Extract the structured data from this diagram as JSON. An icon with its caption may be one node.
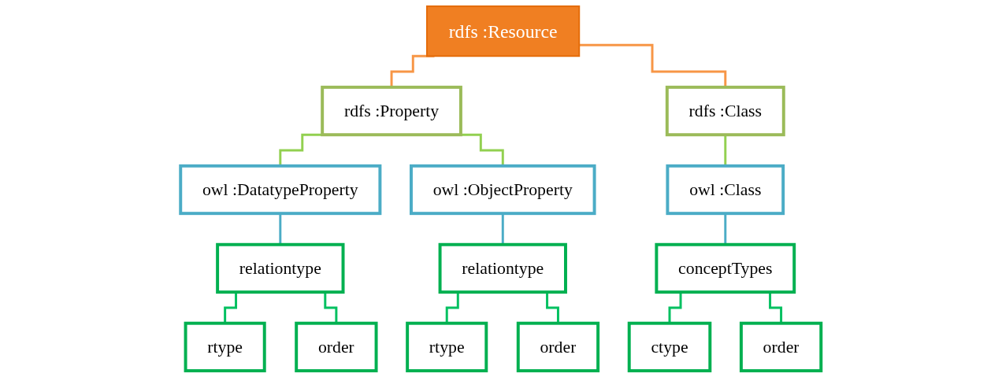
{
  "diagram": {
    "nodes": [
      {
        "text": [
          "rdfs :Resource"
        ]
      },
      {
        "text": [
          "rdfs :Property"
        ]
      },
      {
        "text": [
          "rdfs :Class"
        ]
      },
      {
        "text": [
          "owl :DatatypeProperty"
        ]
      },
      {
        "text": [
          "owl :ObjectProperty"
        ]
      },
      {
        "text": [
          "owl :Class"
        ]
      },
      {
        "text": [
          "relationtype"
        ]
      },
      {
        "text": [
          "relationtype"
        ]
      },
      {
        "text": [
          "conceptTypes"
        ]
      },
      {
        "text": [
          "rtype"
        ]
      },
      {
        "text": [
          "order"
        ]
      },
      {
        "text": [
          "rtype"
        ]
      },
      {
        "text": [
          "order"
        ]
      },
      {
        "text": [
          "ctype"
        ]
      },
      {
        "text": [
          "order"
        ]
      }
    ],
    "edges": [
      {
        "from": 0,
        "to": 1,
        "arrow": "none",
        "color": "#f79646"
      },
      {
        "from": 0,
        "to": 2,
        "arrow": "none",
        "color": "#f79646"
      },
      {
        "from": 1,
        "to": 3,
        "arrow": "none",
        "color": "#92d050"
      },
      {
        "from": 1,
        "to": 4,
        "arrow": "none",
        "color": "#92d050"
      },
      {
        "from": 2,
        "to": 5,
        "arrow": "none",
        "color": "#92d050"
      },
      {
        "from": 3,
        "to": 6,
        "arrow": "none",
        "color": "#4bacc6"
      },
      {
        "from": 4,
        "to": 7,
        "arrow": "none",
        "color": "#4bacc6"
      },
      {
        "from": 5,
        "to": 8,
        "arrow": "none",
        "color": "#4bacc6"
      },
      {
        "from": 6,
        "to": 9,
        "arrow": "none"
      },
      {
        "from": 6,
        "to": 10,
        "arrow": "none"
      },
      {
        "from": 7,
        "to": 11,
        "arrow": "none"
      },
      {
        "from": 7,
        "to": 12,
        "arrow": "none"
      },
      {
        "from": 8,
        "to": 13,
        "arrow": "none"
      },
      {
        "from": 8,
        "to": 14,
        "arrow": "none"
      }
    ]
  }
}
